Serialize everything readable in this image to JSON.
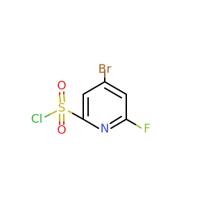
{
  "molecule": {
    "atoms": {
      "br": {
        "label": "Br",
        "color": "#a55e22"
      },
      "f": {
        "label": "F",
        "color": "#8cbf37"
      },
      "n": {
        "label": "N",
        "color": "#3a46e4"
      },
      "s": {
        "label": "S",
        "color": "#c9b214"
      },
      "o_top": {
        "label": "O",
        "color": "#e22424"
      },
      "o_bottom": {
        "label": "O",
        "color": "#e22424"
      },
      "cl": {
        "label": "Cl",
        "color": "#33b833"
      }
    },
    "bond_color": "#000000"
  }
}
